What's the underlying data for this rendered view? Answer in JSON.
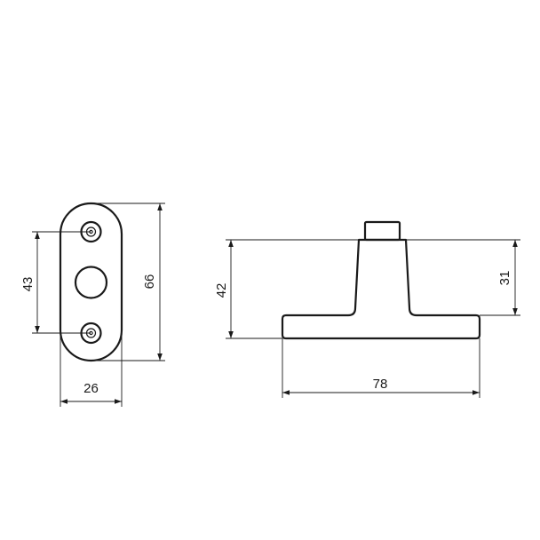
{
  "drawing": {
    "plate": {
      "height_label": "66",
      "hole_spacing_label": "43",
      "width_label": "26"
    },
    "side": {
      "overall_height_label": "42",
      "stem_height_label": "31",
      "base_width_label": "78"
    }
  },
  "colors": {
    "ink": "#1a1a1a",
    "background": "#ffffff"
  }
}
